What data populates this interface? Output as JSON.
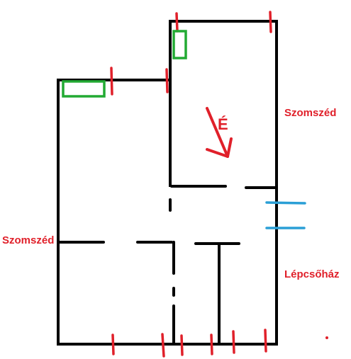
{
  "labels": {
    "neighbor_right": "Szomszéd",
    "neighbor_left": "Szomszéd",
    "stairwell": "Lépcsőház",
    "north": "É"
  },
  "colors": {
    "wall": "#000000",
    "opening_mark": "#e0202a",
    "window": "#22aa33",
    "entrance": "#2a9fd6",
    "label": "#e0202a",
    "background": "#ffffff"
  }
}
